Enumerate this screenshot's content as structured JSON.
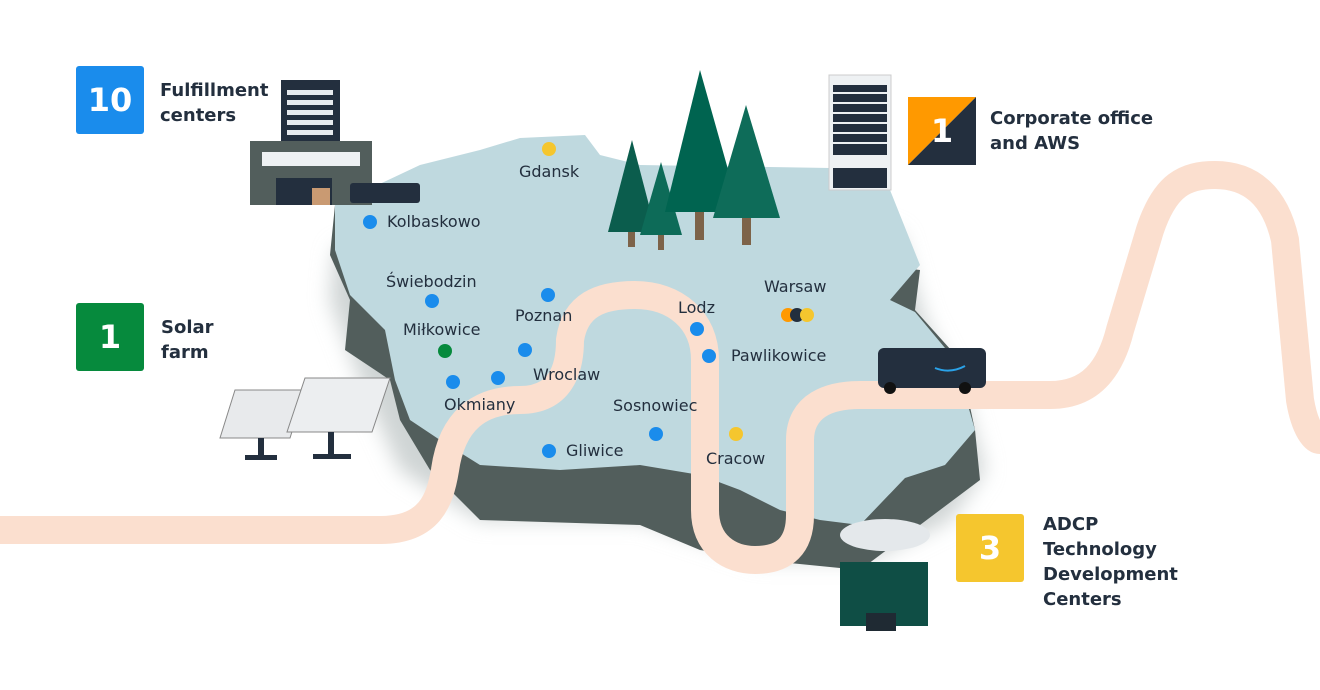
{
  "legend": [
    {
      "count": "10",
      "label_lines": [
        "Fulfillment",
        "centers"
      ],
      "color": "#1a8cec"
    },
    {
      "count": "1",
      "label_lines": [
        "Corporate office",
        "and AWS"
      ],
      "color": "#ff9900",
      "color2": "#232f3e"
    },
    {
      "count": "1",
      "label_lines": [
        "Solar",
        "farm"
      ],
      "color": "#068a3d"
    },
    {
      "count": "3",
      "label_lines": [
        "ADCP",
        "Technology",
        "Development",
        "Centers"
      ],
      "color": "#f5c62e"
    }
  ],
  "cities": [
    {
      "name": "Gdansk",
      "type": "tech",
      "color": "#f5c62e"
    },
    {
      "name": "Kolbaskowo",
      "type": "fulfillment",
      "color": "#1a8cec"
    },
    {
      "name": "Świebodzin",
      "type": "fulfillment",
      "color": "#1a8cec"
    },
    {
      "name": "Poznan",
      "type": "fulfillment",
      "color": "#1a8cec"
    },
    {
      "name": "Miłkowice",
      "type": "solar",
      "color": "#068a3d"
    },
    {
      "name": "Wroclaw",
      "type": "fulfillment",
      "color": "#1a8cec"
    },
    {
      "name": "Okmiany",
      "type": "fulfillment",
      "color": "#1a8cec"
    },
    {
      "name": "Lodz",
      "type": "fulfillment",
      "color": "#1a8cec"
    },
    {
      "name": "Pawlikowice",
      "type": "fulfillment",
      "color": "#1a8cec"
    },
    {
      "name": "Warsaw",
      "type": "corporate-aws-tech"
    },
    {
      "name": "Sosnowiec",
      "type": "fulfillment",
      "color": "#1a8cec"
    },
    {
      "name": "Gliwice",
      "type": "fulfillment",
      "color": "#1a8cec"
    },
    {
      "name": "Cracow",
      "type": "tech",
      "color": "#f5c62e"
    }
  ]
}
